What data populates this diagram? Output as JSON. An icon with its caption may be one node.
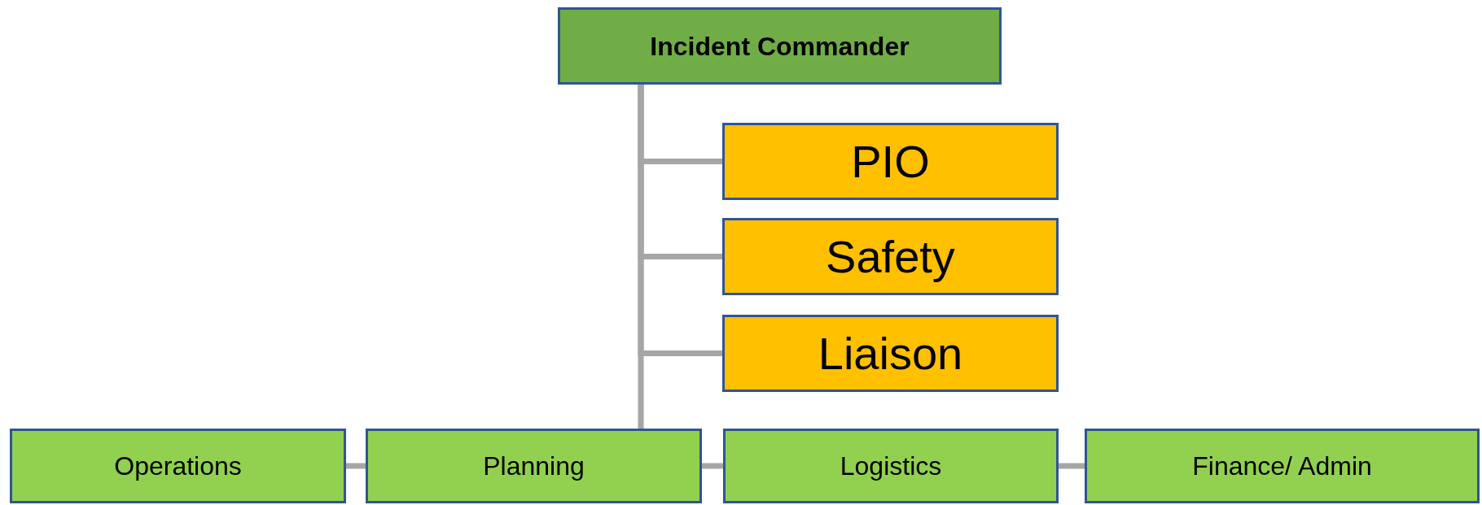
{
  "diagram": {
    "nodes": [
      {
        "text": [
          "Incident Commander"
        ]
      },
      {
        "text": [
          "PIO"
        ]
      },
      {
        "text": [
          "Safety"
        ]
      },
      {
        "text": [
          "Liaison"
        ]
      },
      {
        "text": [
          "Operations"
        ]
      },
      {
        "text": [
          "Planning"
        ]
      },
      {
        "text": [
          "Logistics"
        ]
      },
      {
        "text": [
          "Finance/ Admin"
        ]
      }
    ],
    "edges": [
      {
        "from": 0,
        "to": 1,
        "arrow": "none"
      },
      {
        "from": 0,
        "to": 2,
        "arrow": "none"
      },
      {
        "from": 0,
        "to": 3,
        "arrow": "none"
      },
      {
        "from": 0,
        "to": 5,
        "arrow": "none"
      },
      {
        "from": 4,
        "to": 5,
        "arrow": "none"
      },
      {
        "from": 5,
        "to": 6,
        "arrow": "none"
      },
      {
        "from": 6,
        "to": 7,
        "arrow": "none"
      }
    ]
  }
}
